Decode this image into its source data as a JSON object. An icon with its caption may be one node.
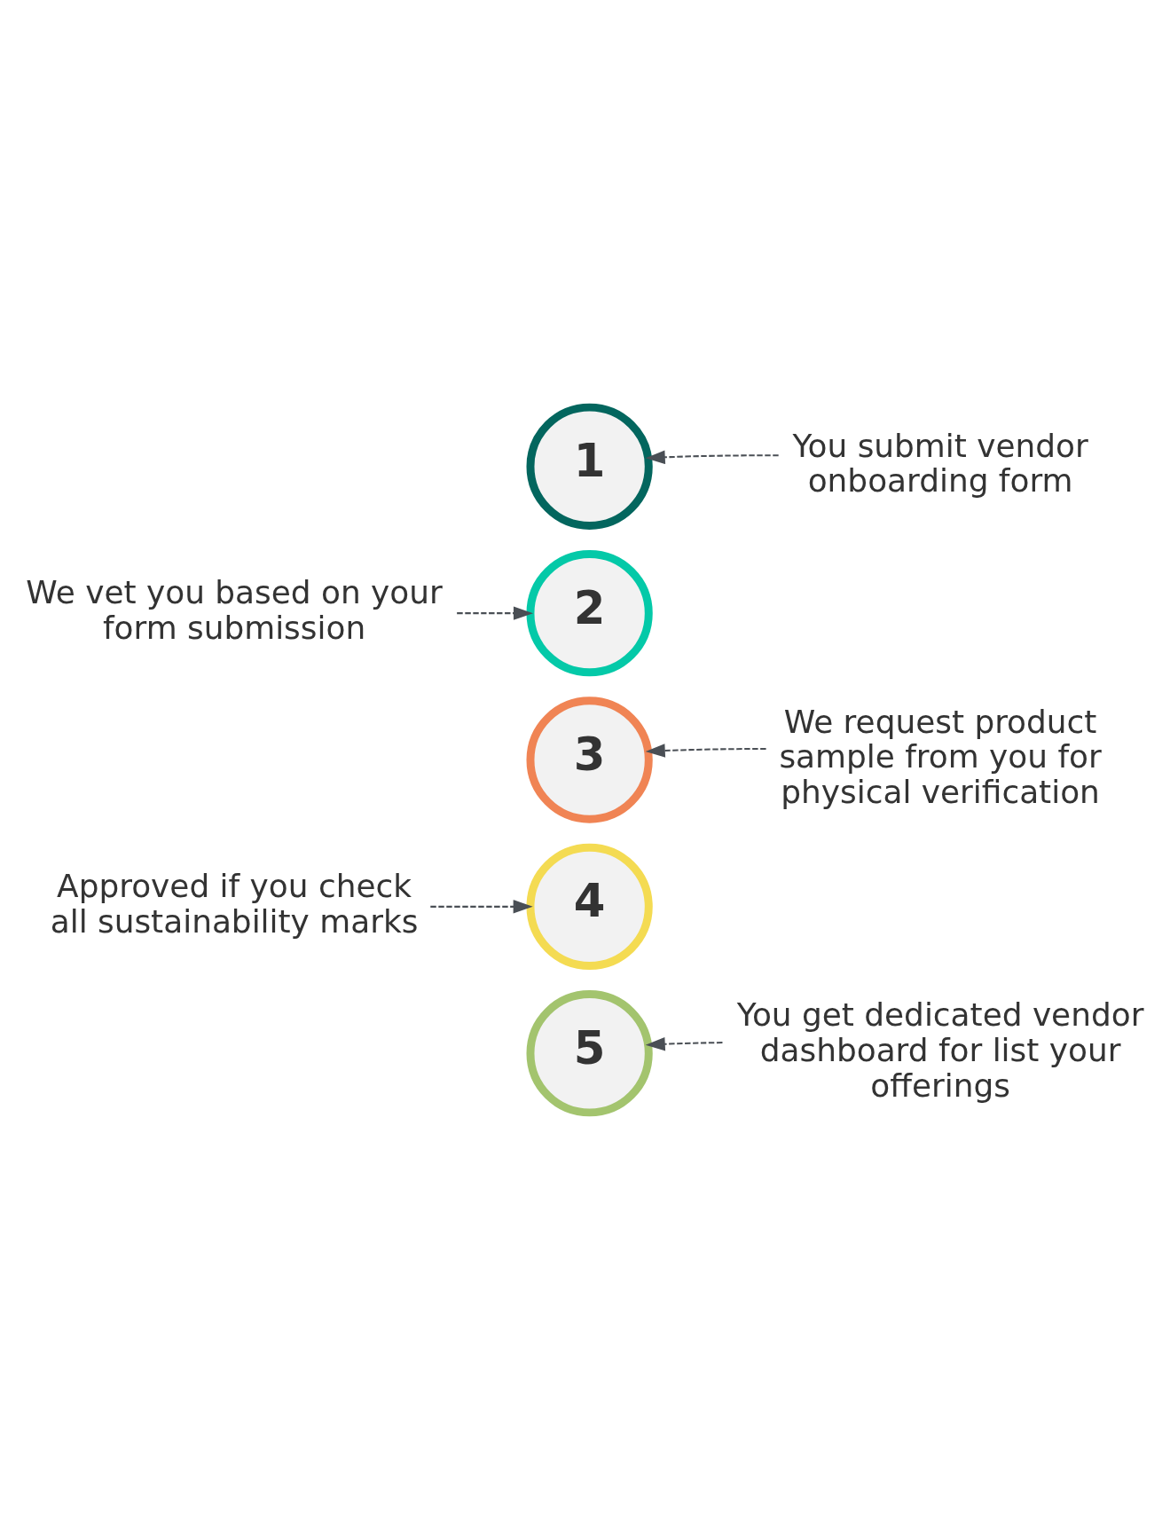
{
  "diagram": {
    "nodes": [
      {
        "text": [
          "1"
        ]
      },
      {
        "text": [
          "You submit vendor onboarding form"
        ]
      },
      {
        "text": [
          "We vet you based on your form submission"
        ]
      },
      {
        "text": [
          "2"
        ]
      },
      {
        "text": [
          "3"
        ]
      },
      {
        "text": [
          "We request product sample from you for physical verification"
        ]
      },
      {
        "text": [
          "Approved if you check all sustainability marks"
        ]
      },
      {
        "text": [
          "4"
        ]
      },
      {
        "text": [
          "5"
        ]
      },
      {
        "text": [
          "You get dedicated vendor dashboard for list your offerings"
        ]
      }
    ],
    "edges": [
      {
        "from": 1,
        "to": 0,
        "arrow": "to",
        "style": "dashed"
      },
      {
        "from": 2,
        "to": 3,
        "arrow": "to",
        "style": "dashed"
      },
      {
        "from": 5,
        "to": 4,
        "arrow": "to",
        "style": "dashed"
      },
      {
        "from": 6,
        "to": 7,
        "arrow": "to",
        "style": "dashed"
      },
      {
        "from": 9,
        "to": 8,
        "arrow": "to",
        "style": "dashed"
      }
    ]
  }
}
